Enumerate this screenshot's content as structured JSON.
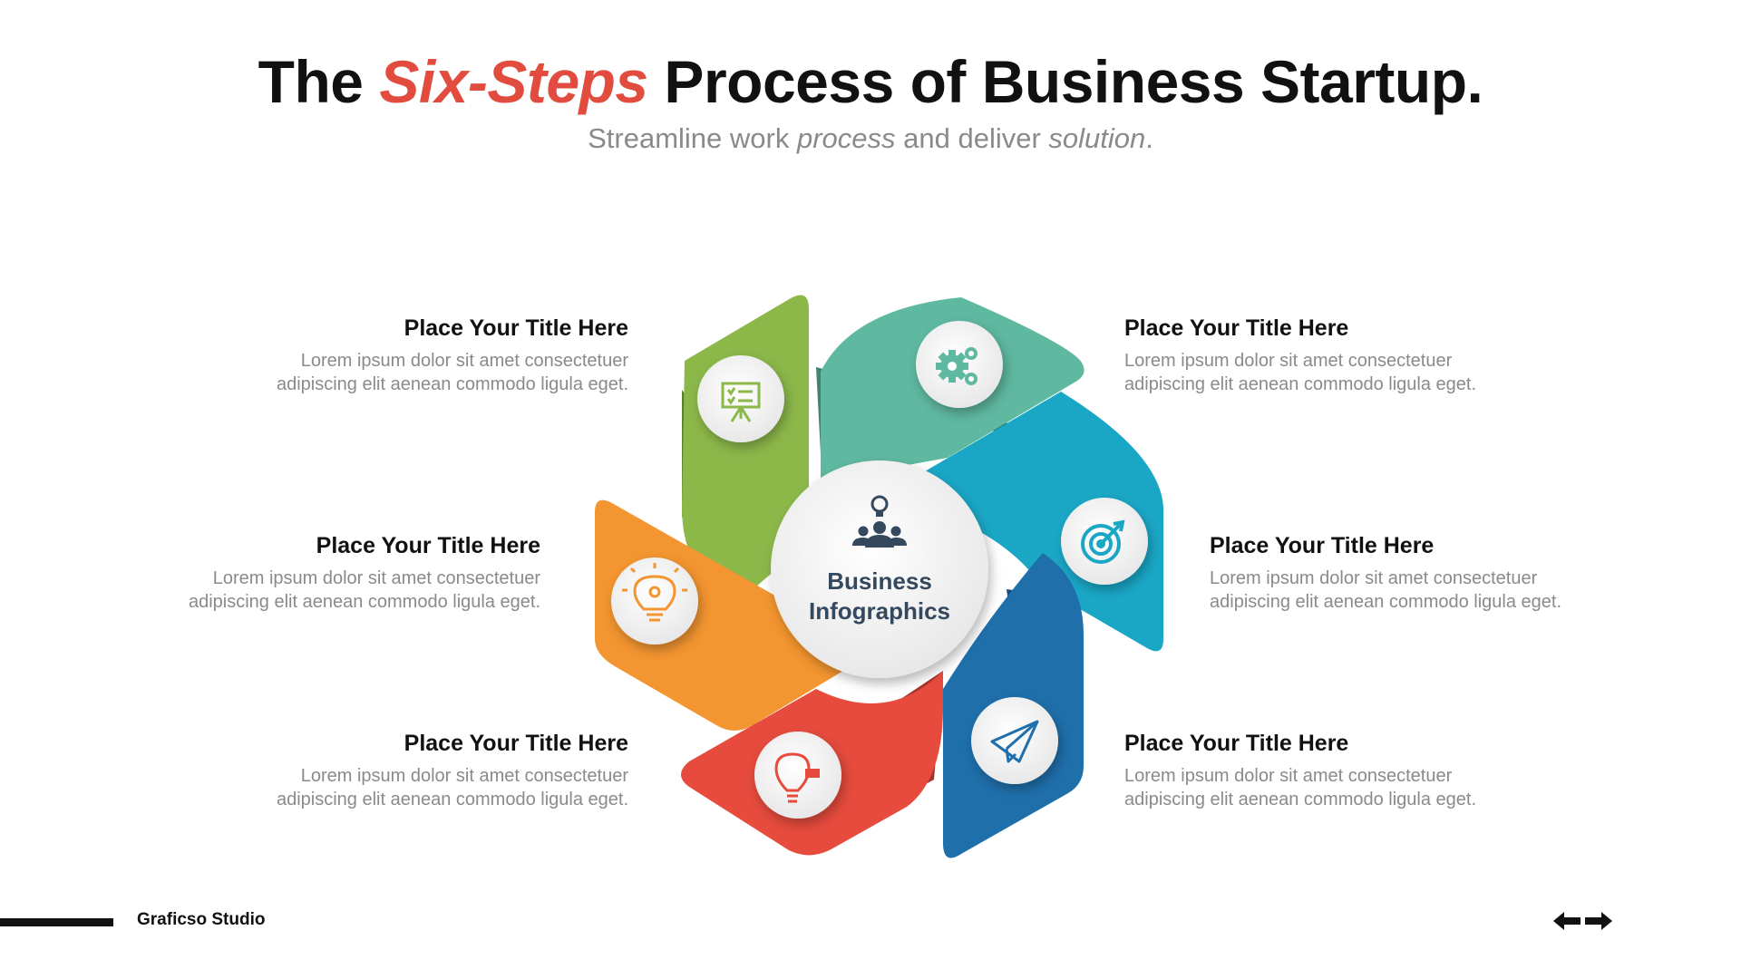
{
  "header": {
    "title_pre": "The ",
    "title_accent": "Six-Steps",
    "title_post": " Process of Business Startup.",
    "subtitle_a": "Streamline work ",
    "subtitle_b": "process",
    "subtitle_c": " and deliver ",
    "subtitle_d": "solution",
    "subtitle_e": "."
  },
  "center": {
    "line1": "Business",
    "line2": "Infographics",
    "icon": "team-idea-icon"
  },
  "steps": [
    {
      "title": "Place Your Title Here",
      "line1": "Lorem ipsum dolor sit amet consectetuer",
      "line2": "adipiscing elit aenean commodo ligula eget.",
      "color": "#8cb84a",
      "icon": "presentation-board-icon"
    },
    {
      "title": "Place Your Title Here",
      "line1": "Lorem ipsum dolor sit amet consectetuer",
      "line2": "adipiscing elit aenean commodo ligula eget.",
      "color": "#5fb8a0",
      "icon": "gears-icon"
    },
    {
      "title": "Place Your Title Here",
      "line1": "Lorem ipsum dolor sit amet consectetuer",
      "line2": "adipiscing elit aenean commodo ligula eget.",
      "color": "#f39530",
      "icon": "lightbulb-gear-icon"
    },
    {
      "title": "Place Your Title Here",
      "line1": "Lorem ipsum dolor sit amet consectetuer",
      "line2": "adipiscing elit aenean commodo ligula eget.",
      "color": "#1aa7c6",
      "icon": "target-icon"
    },
    {
      "title": "Place Your Title Here",
      "line1": "Lorem ipsum dolor sit amet consectetuer",
      "line2": "adipiscing elit aenean commodo ligula eget.",
      "color": "#e64b3d",
      "icon": "idea-bulb-icon"
    },
    {
      "title": "Place Your Title Here",
      "line1": "Lorem ipsum dolor sit amet consectetuer",
      "line2": "adipiscing elit aenean commodo ligula eget.",
      "color": "#1f6fab",
      "icon": "paper-plane-icon"
    }
  ],
  "footer": {
    "brand": "Graficso Studio",
    "prev_icon": "arrow-left-icon",
    "next_icon": "arrow-right-icon"
  }
}
